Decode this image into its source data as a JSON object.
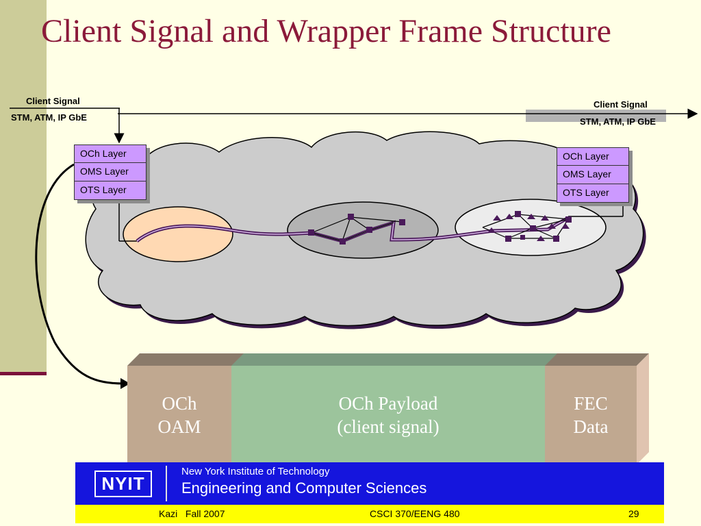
{
  "slide": {
    "title": "Client Signal and Wrapper Frame Structure",
    "colors": {
      "background": "#ffffe6",
      "sidebar": "#cccc99",
      "title": "#8b1a3a",
      "accent_rule": "#7a0f3a"
    }
  },
  "left_client": {
    "line1": "Client Signal",
    "line2": "STM, ATM, IP GbE"
  },
  "right_client": {
    "line1": "Client Signal",
    "line2": "STM, ATM, IP GbE"
  },
  "left_stack": {
    "layers": [
      "OCh Layer",
      "OMS Layer",
      "OTS Layer"
    ]
  },
  "right_stack": {
    "layers": [
      "OCh Layer",
      "OMS Layer",
      "OTS Layer"
    ]
  },
  "frame": {
    "oam": {
      "line1": "OCh",
      "line2": "OAM"
    },
    "payload": {
      "line1": "OCh Payload",
      "line2": "(client signal)"
    },
    "fec": {
      "line1": "FEC",
      "line2": "Data"
    }
  },
  "footer": {
    "logo": "NYIT",
    "institution": "New York Institute of Technology",
    "department": "Engineering and Computer Sciences",
    "author_term": "Kazi   Fall 2007",
    "course": "CSCI 370/EENG 480",
    "page": "29"
  }
}
